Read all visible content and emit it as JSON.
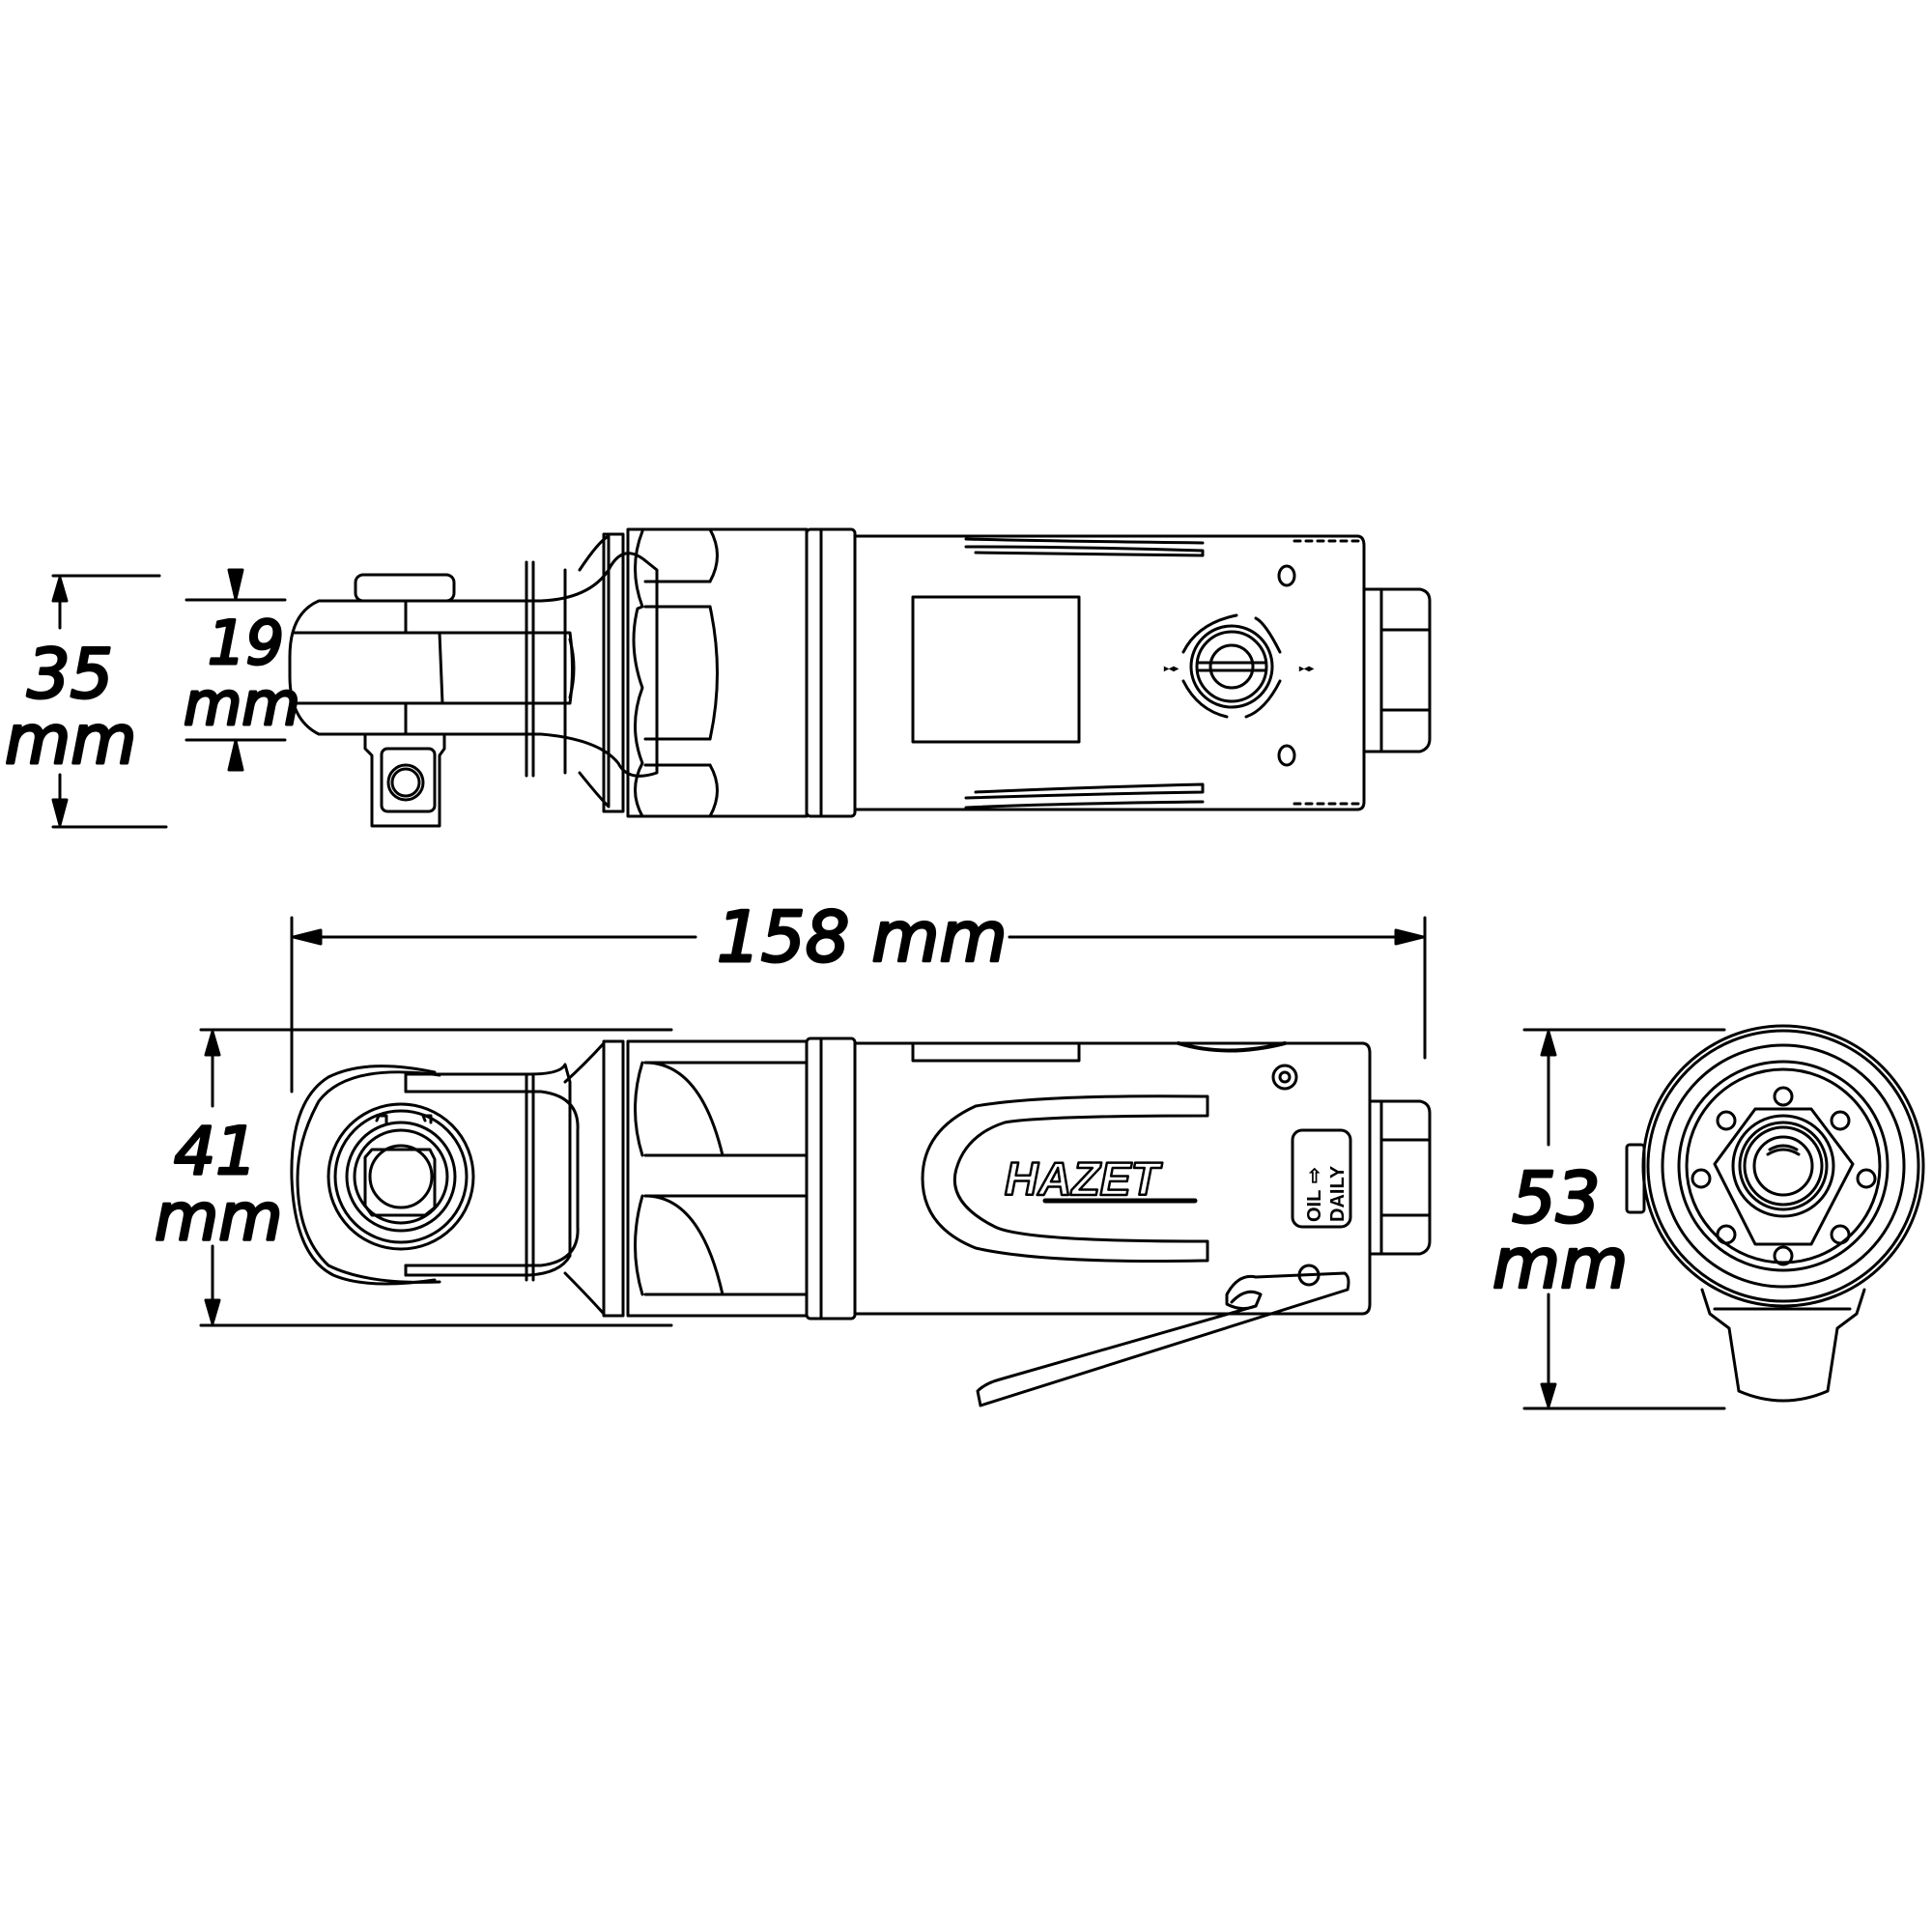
{
  "drawing": {
    "subject": "pneumatic ratchet technical drawing",
    "views": [
      "top view",
      "side view",
      "rear end view"
    ],
    "line_color": "#000000",
    "background_color": "#ffffff"
  },
  "dimensions": {
    "overall_height_top": {
      "value": "35",
      "unit": "mm"
    },
    "head_height_top": {
      "value": "19",
      "unit": "mm"
    },
    "overall_length": {
      "value": "158",
      "unit": "mm",
      "label": "158 mm"
    },
    "head_height_side": {
      "value": "41",
      "unit": "mm"
    },
    "overall_height_end": {
      "value": "53",
      "unit": "mm"
    }
  },
  "markings": {
    "brand_logo": "HAZET",
    "oil_label_line1": "OIL",
    "oil_label_arrow": "⇨",
    "oil_label_line2": "DAILY"
  }
}
